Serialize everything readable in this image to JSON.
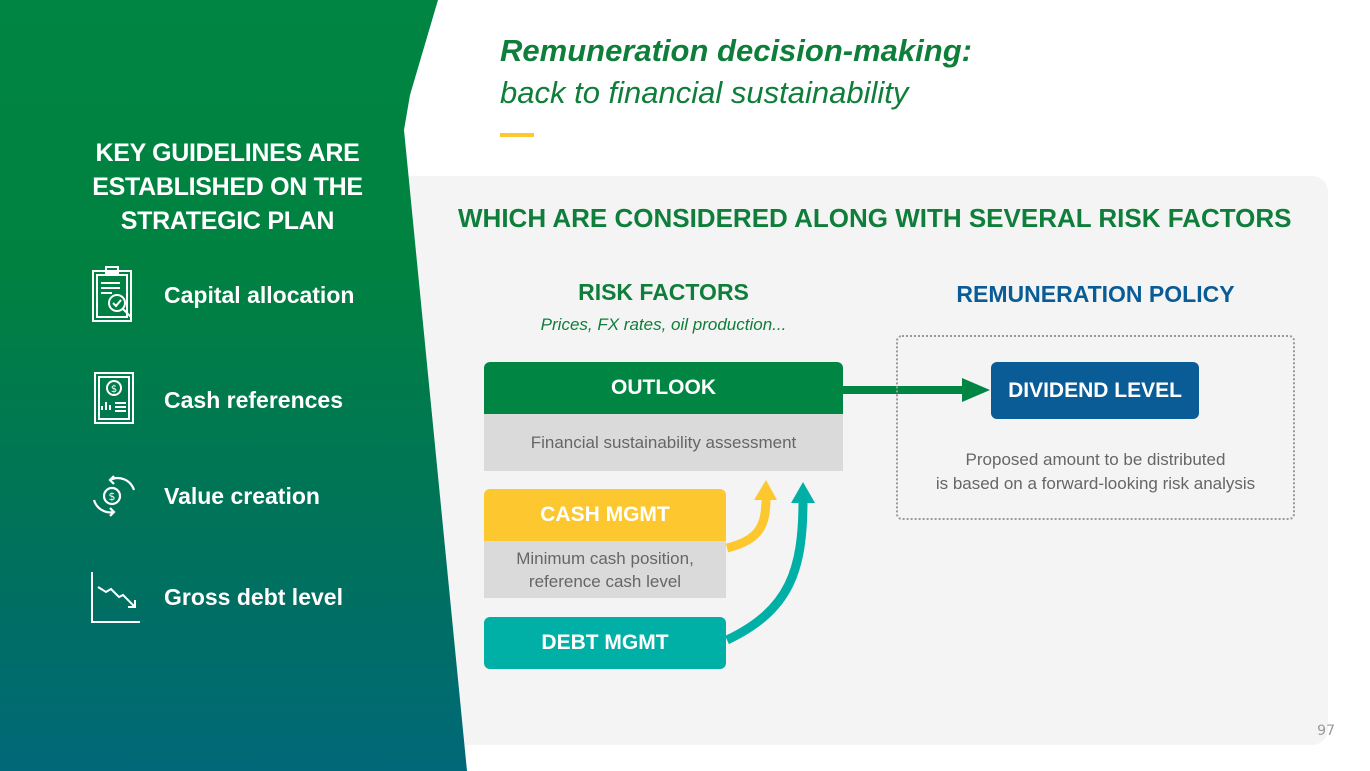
{
  "left": {
    "heading": "KEY GUIDELINES ARE ESTABLISHED ON THE STRATEGIC PLAN",
    "items": [
      {
        "icon": "clipboard-check-icon",
        "label": "Capital allocation"
      },
      {
        "icon": "cash-document-icon",
        "label": "Cash references"
      },
      {
        "icon": "dollar-cycle-icon",
        "label": "Value creation"
      },
      {
        "icon": "declining-chart-icon",
        "label": "Gross debt level"
      }
    ]
  },
  "title": {
    "line1": "Remuneration decision-making:",
    "line2": "back to financial sustainability"
  },
  "subtitle": "WHICH ARE CONSIDERED ALONG WITH SEVERAL RISK FACTORS",
  "risk": {
    "heading": "RISK FACTORS",
    "sub": "Prices, FX rates, oil production...",
    "outlook": {
      "label": "OUTLOOK",
      "desc": "Financial sustainability assessment"
    },
    "cash": {
      "label": "CASH MGMT",
      "desc1": "Minimum cash position,",
      "desc2": "reference cash level"
    },
    "debt": {
      "label": "DEBT MGMT"
    }
  },
  "policy": {
    "heading": "REMUNERATION POLICY",
    "dividend": "DIVIDEND LEVEL",
    "desc1": "Proposed amount to be distributed",
    "desc2": "is based on a forward-looking risk analysis"
  },
  "page_number": "97",
  "colors": {
    "green": "#008542",
    "yellow": "#fdc82f",
    "teal": "#00b0a6",
    "blue": "#0a5c97"
  }
}
